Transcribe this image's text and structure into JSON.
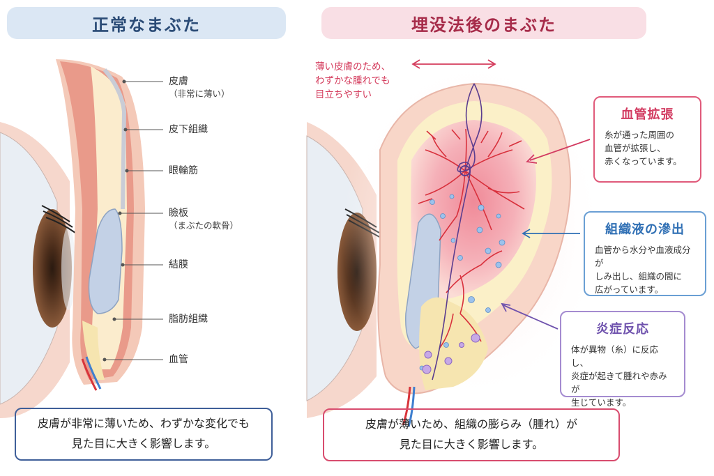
{
  "left_panel": {
    "title": "正常なまぶた",
    "labels": [
      {
        "name": "skin",
        "text": "皮膚",
        "sub": "（非常に薄い）"
      },
      {
        "name": "subcutaneous",
        "text": "皮下組織",
        "sub": ""
      },
      {
        "name": "orbicularis",
        "text": "眼輪筋",
        "sub": ""
      },
      {
        "name": "tarsus",
        "text": "瞼板",
        "sub": "（まぶたの軟骨）"
      },
      {
        "name": "conjunctiva",
        "text": "結膜",
        "sub": ""
      },
      {
        "name": "fat",
        "text": "脂肪組織",
        "sub": ""
      },
      {
        "name": "vessel",
        "text": "血管",
        "sub": ""
      }
    ],
    "summary_line1": "皮膚が非常に薄いため、わずかな変化でも",
    "summary_line2": "見た目に大きく影響します。"
  },
  "right_panel": {
    "title": "埋没法後のまぶた",
    "note_line1": "薄い皮膚のため、",
    "note_line2": "わずかな腫れでも",
    "note_line3": "目立ちやすい",
    "callouts": [
      {
        "title": "血管拡張",
        "lines": [
          "糸が通った周囲の",
          "血管が拡張し、",
          "赤くなっています。"
        ]
      },
      {
        "title": "組織液の滲出",
        "lines": [
          "血管から水分や血液成分が",
          "しみ出し、組織の間に",
          "広がっています。"
        ]
      },
      {
        "title": "炎症反応",
        "lines": [
          "体が異物（糸）に反応し、",
          "炎症が起きて腫れや赤みが",
          "生じています。"
        ]
      }
    ],
    "summary_line1": "皮膚が薄いため、組織の膨らみ（腫れ）が",
    "summary_line2": "見た目に大きく影響します。"
  },
  "colors": {
    "left_accent": "#2a4b76",
    "right_accent": "#d23a60",
    "fluid_blue": "#2f6fb4",
    "inflammation_purple": "#6f52ad"
  }
}
